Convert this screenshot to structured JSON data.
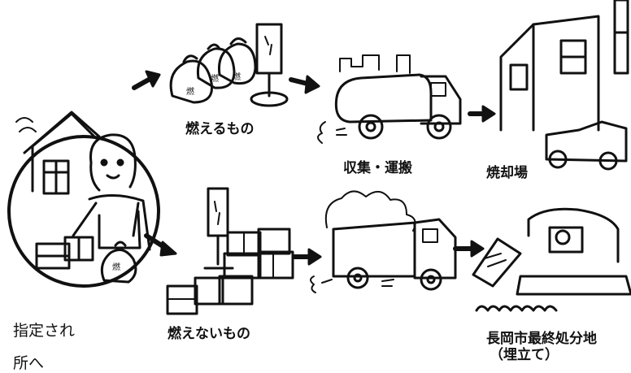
{
  "labels": {
    "burnable": "燃えるもの",
    "collection": "収集・運搬",
    "incineration": "焼却場",
    "non_burnable": "燃えないもの",
    "landfill_line1": "長岡市最終処分地",
    "landfill_line2": "（埋立て）"
  },
  "edge_text": {
    "line1": "指定され",
    "line2": "所へ"
  },
  "bag_marks": [
    "燃",
    "燃",
    "燃",
    "燃"
  ]
}
